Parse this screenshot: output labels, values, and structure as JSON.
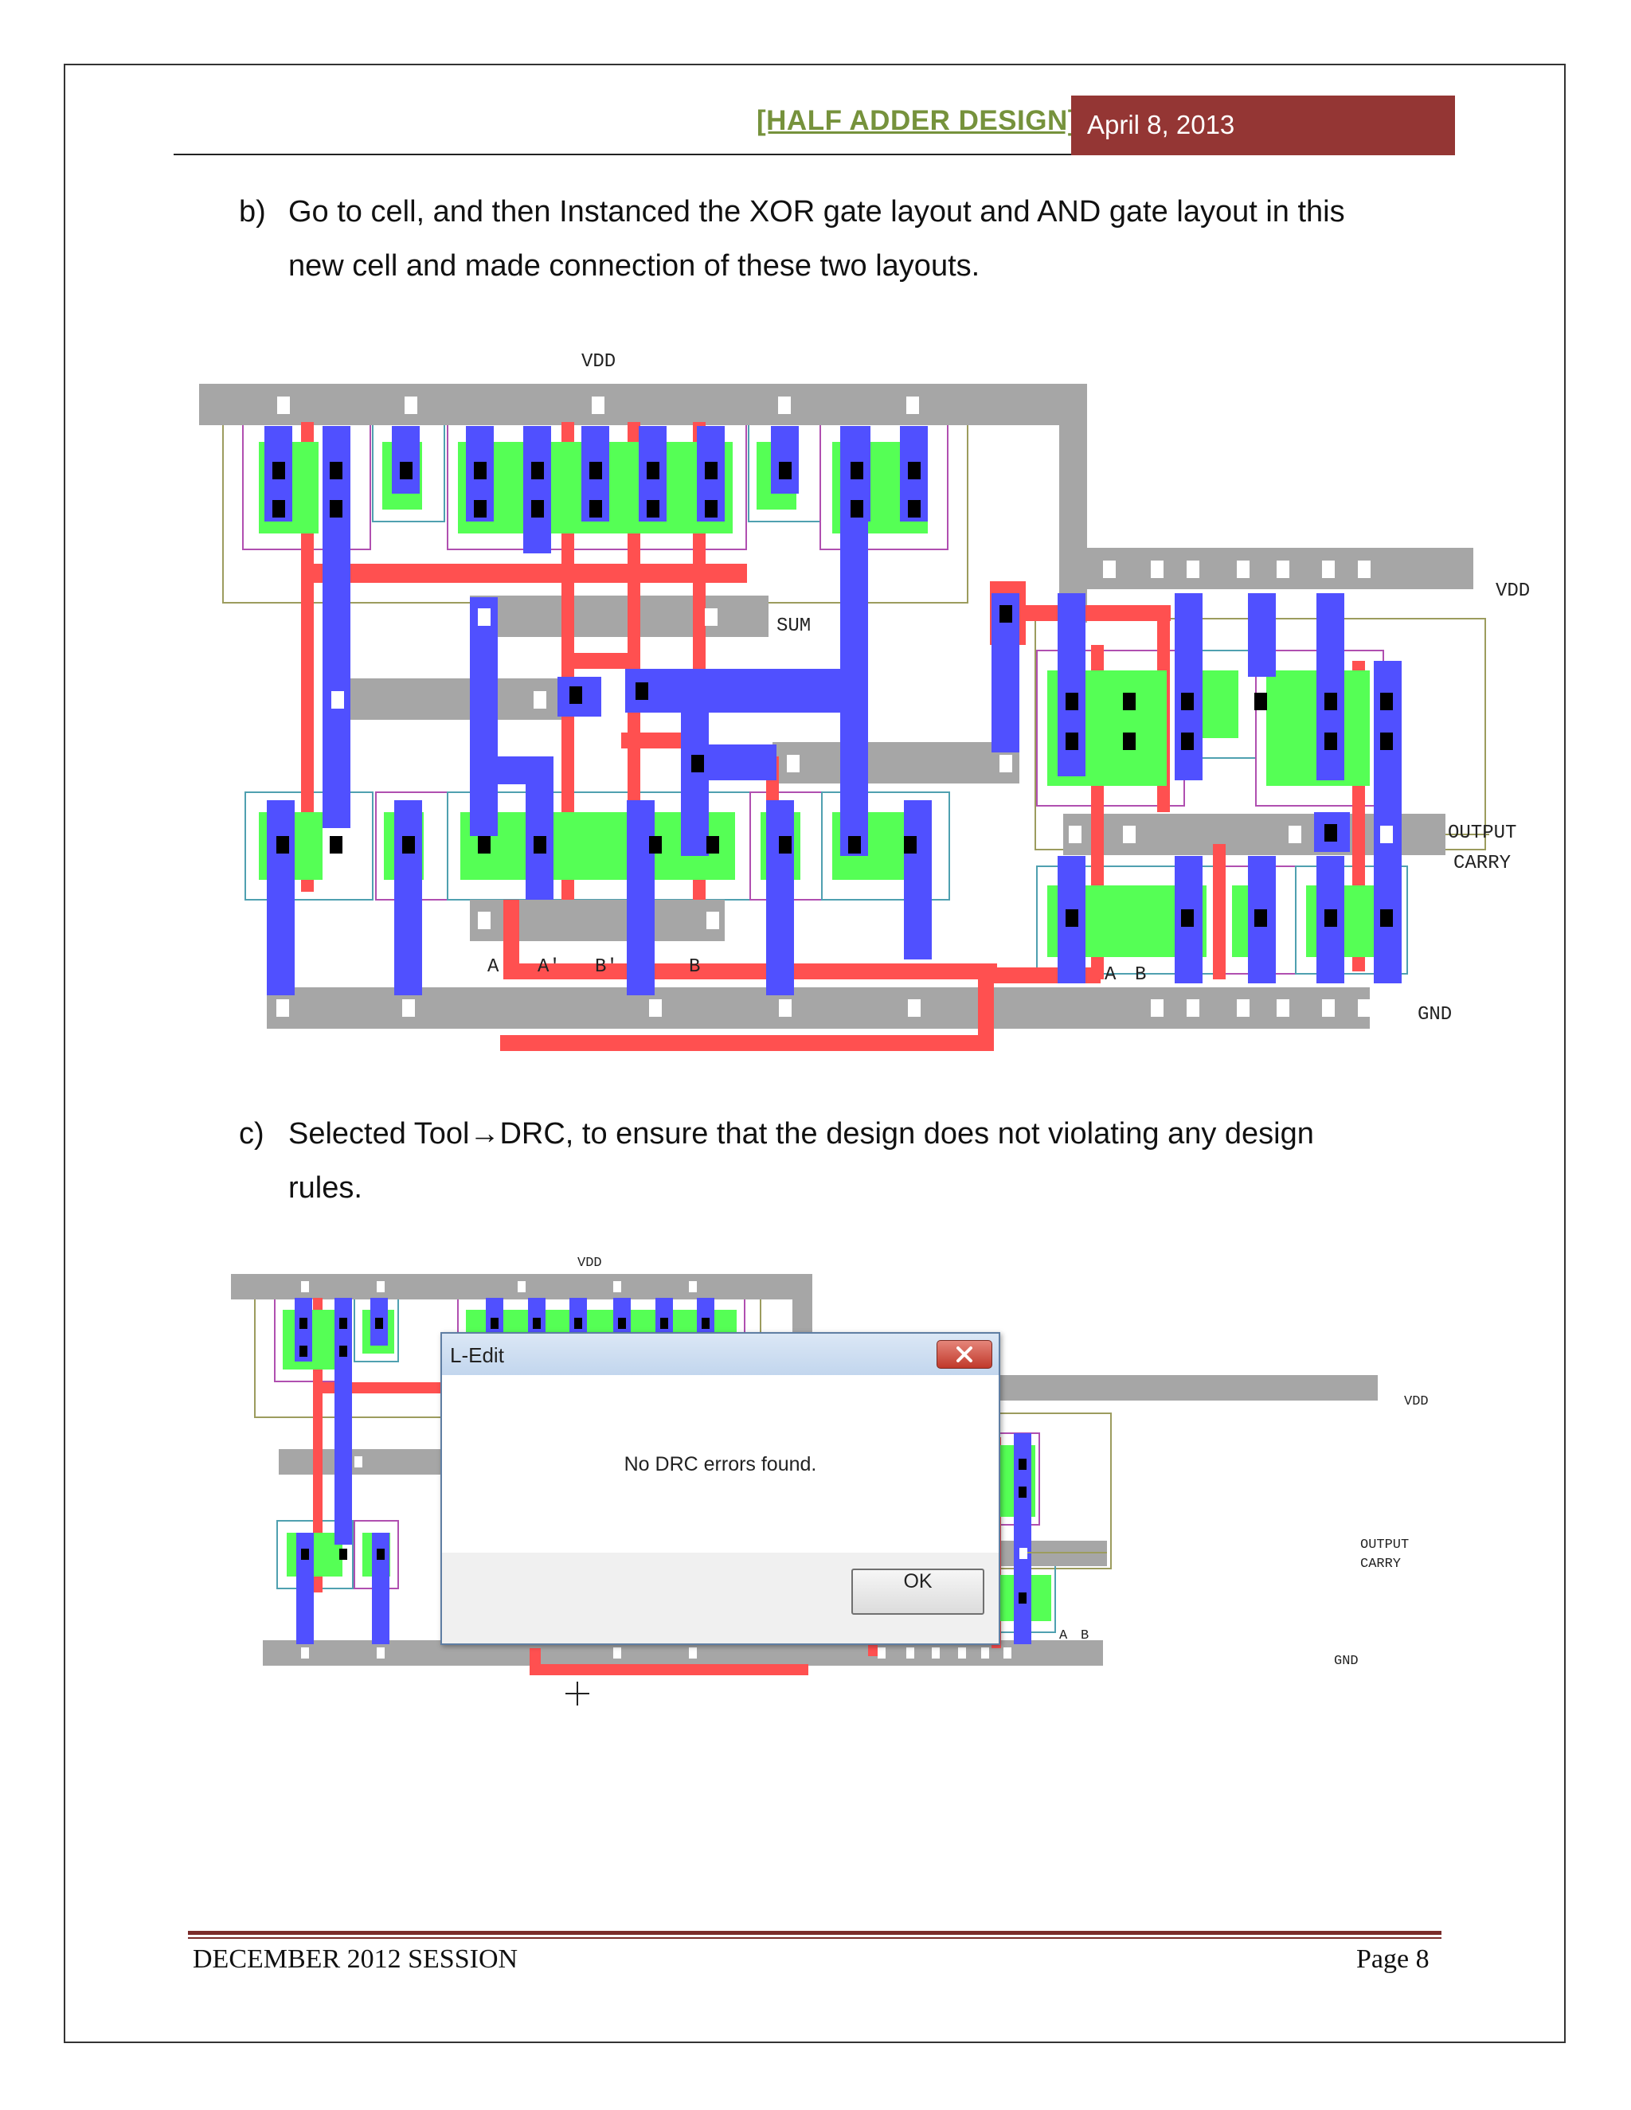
{
  "header": {
    "title": "[HALF ADDER DESIGN]",
    "date": "April 8, 2013"
  },
  "paragraphs": {
    "b": {
      "label": "b)",
      "line1": "Go to cell, and then Instanced the XOR gate layout and AND gate layout in this",
      "line2": "new cell and made connection of these two layouts."
    },
    "c": {
      "label": "c)",
      "line1": "Selected Tool→DRC, to ensure that the design does not violating any design",
      "line2": "rules."
    }
  },
  "layout1": {
    "labels": {
      "vdd_top": "VDD",
      "vdd_right": "VDD",
      "sum": "SUM",
      "output": "OUTPUT",
      "carry": "CARRY",
      "gnd": "GND",
      "a": "A",
      "a_bar": "A'",
      "b_bar": "B'",
      "b": "B",
      "and_a": "A",
      "and_b": "B"
    }
  },
  "layout2": {
    "labels": {
      "vdd_top": "VDD",
      "vdd_right": "VDD",
      "output": "OUTPUT",
      "carry": "CARRY",
      "gnd": "GND",
      "and_a": "A",
      "and_b": "B"
    }
  },
  "dialog": {
    "title": "L-Edit",
    "message": "No DRC errors found.",
    "ok_label": "OK"
  },
  "footer": {
    "session": "DECEMBER 2012 SESSION",
    "page": "Page 8"
  },
  "colors": {
    "accent_green": "#76923c",
    "accent_red": "#943634",
    "metal": "#a6a6a6",
    "poly": "#ff5050",
    "diffusion": "#55ff55",
    "metal2": "#5050ff"
  }
}
